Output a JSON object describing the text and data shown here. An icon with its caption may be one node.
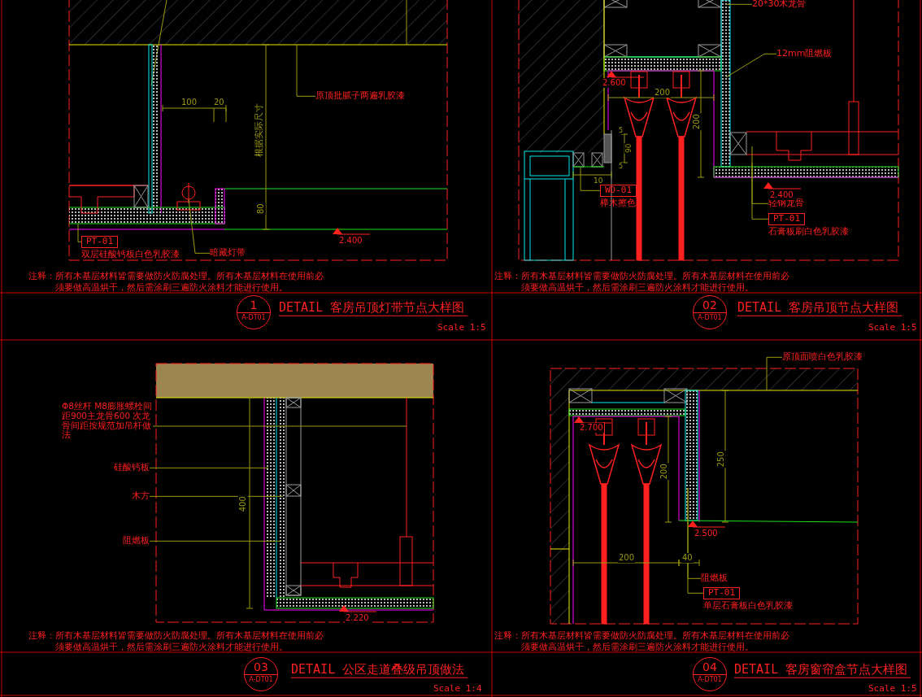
{
  "diagram": {
    "nodes": [
      {
        "text": [
          "原顶批腻子两遍乳胶漆"
        ]
      },
      {
        "text": [
          "PT-01",
          "双层硅酸钙板白色乳胶漆"
        ]
      },
      {
        "text": [
          "暗藏灯带"
        ]
      },
      {
        "text": [
          "1",
          "A-DT01"
        ]
      },
      {
        "text": [
          "20*30木龙骨"
        ]
      },
      {
        "text": [
          "12mm阻燃板"
        ]
      },
      {
        "text": [
          "WD-01",
          "榉木擦色"
        ]
      },
      {
        "text": [
          "轻钢龙骨"
        ]
      },
      {
        "text": [
          "PT-01",
          "石膏板刷白色乳胶漆"
        ]
      },
      {
        "text": [
          "02",
          "A-DT01"
        ]
      },
      {
        "text": [
          "Φ8丝杆 M8膨胀螺栓间距900主龙骨600 次龙骨间距按规范加吊杆做法"
        ]
      },
      {
        "text": [
          "硅酸钙板"
        ]
      },
      {
        "text": [
          "木方"
        ]
      },
      {
        "text": [
          "阻燃板"
        ]
      },
      {
        "text": [
          "03",
          "A-DT01"
        ]
      },
      {
        "text": [
          "原顶面喷白色乳胶漆"
        ]
      },
      {
        "text": [
          "阻燃板"
        ]
      },
      {
        "text": [
          "PT-01",
          "单层石膏板白色乳胶漆"
        ]
      },
      {
        "text": [
          "04",
          "A-DT01"
        ]
      }
    ],
    "edges": [
      {
        "from": 0,
        "to": null,
        "arrow": "none"
      },
      {
        "from": 1,
        "to": null,
        "arrow": "none"
      },
      {
        "from": 2,
        "to": null,
        "arrow": "none"
      },
      {
        "from": 4,
        "to": null,
        "arrow": "none"
      },
      {
        "from": 5,
        "to": null,
        "arrow": "none"
      },
      {
        "from": 6,
        "to": null,
        "arrow": "none"
      },
      {
        "from": 7,
        "to": null,
        "arrow": "none"
      },
      {
        "from": 8,
        "to": null,
        "arrow": "none"
      },
      {
        "from": 10,
        "to": null,
        "arrow": "none"
      },
      {
        "from": 11,
        "to": null,
        "arrow": "none"
      },
      {
        "from": 12,
        "to": null,
        "arrow": "none"
      },
      {
        "from": 13,
        "to": null,
        "arrow": "none"
      },
      {
        "from": 15,
        "to": null,
        "arrow": "none"
      },
      {
        "from": 16,
        "to": null,
        "arrow": "none"
      },
      {
        "from": 17,
        "to": null,
        "arrow": "none"
      }
    ],
    "labels": [
      "100",
      "20",
      "根据实际尺寸",
      "80",
      "2.400",
      "注释：所有木基层材料皆需要做防火防腐处理。所有木基层材料在使用前必须要做高温烘干，然后需涂刷三遍防火涂料才能进行使用。",
      "DETAIL 客房吊顶灯带节点大样图",
      "Scale 1:5",
      "2.600",
      "200",
      "200",
      "5",
      "90",
      "5",
      "10",
      "2.400",
      "注释：所有木基层材料皆需要做防火防腐处理。所有木基层材料在使用前必须要做高温烘干，然后需涂刷三遍防火涂料才能进行使用。",
      "DETAIL 客房吊顶节点大样图",
      "Scale 1:5",
      "400",
      "2.220",
      "注释：所有木基层材料皆需要做防火防腐处理。所有木基层材料在使用前必须要做高温烘干，然后需涂刷三遍防火涂料才能进行使用。",
      "DETAIL 公区走道叠级吊顶做法",
      "Scale 1:4",
      "2.700",
      "200",
      "250",
      "2.500",
      "200",
      "40",
      "注释：所有木基层材料皆需要做防火防腐处理。所有木基层材料在使用前必须要做高温烘干，然后需涂刷三遍防火涂料才能进行使用。",
      "DETAIL 客房窗帘盒节点大样图",
      "Scale 1:5"
    ]
  }
}
